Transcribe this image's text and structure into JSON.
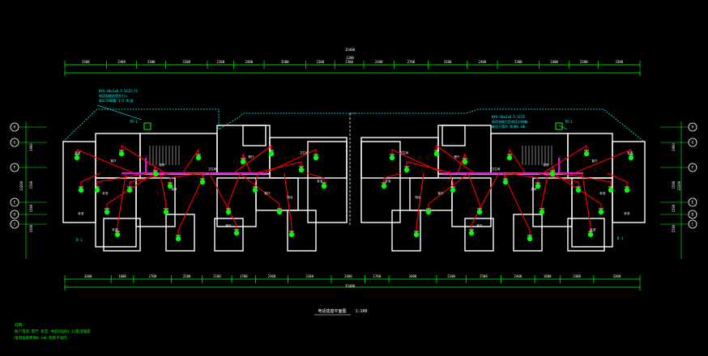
{
  "drawing": {
    "background": "#000000",
    "colors": {
      "wall": "#ffffff",
      "dim_line": "#00ff00",
      "wiring": "#ff0000",
      "trunk": "#ff00ff",
      "fixture": "#00ff00",
      "callout": "#00ffff",
      "yellow": "#ffff00"
    },
    "title": "电话插座平面图",
    "scale": "1:100",
    "top_dims": [
      "3300",
      "2400",
      "2300",
      "3300",
      "2100",
      "2400",
      "3300",
      "2300",
      "2300",
      "2400",
      "2700",
      "3100",
      "2400",
      "3300",
      "2400",
      "2300",
      "3300"
    ],
    "top_center_dim": "1200",
    "top_total": "35400",
    "bottom_dims": [
      "3300",
      "1600",
      "2700",
      "2200",
      "2100",
      "1700",
      "2300",
      "3100",
      "2400",
      "1700",
      "3400",
      "2100",
      "2500",
      "2400",
      "1800",
      "2400",
      "3300"
    ],
    "bottom_total": "35400",
    "left_axes": [
      "H",
      "G",
      "F",
      "E",
      "D",
      "C"
    ],
    "right_axes": [
      "H",
      "G",
      "F",
      "E",
      "D",
      "C"
    ],
    "left_dims": [
      "3900",
      "1500",
      "1500",
      "1500"
    ],
    "left_total": "13200",
    "right_dims": [
      "3900",
      "1500",
      "1500",
      "1500"
    ],
    "right_total": "13200",
    "callouts": {
      "left_top": [
        "HYA-10x2x0.5-SC25-FC",
        "电话电缆由室外引入",
        "穿SC50钢管 1/2 DC进"
      ],
      "right_top": [
        "HYA-10x2x0.5-SC25",
        "电话电缆引至电话分线箱",
        "暗设于墙内 距地0.3米"
      ],
      "left_box": "TP-1",
      "right_box": "TP-1",
      "left_mid": "D-1",
      "right_mid": "D-1"
    },
    "room_labels": [
      "卧室",
      "客厅",
      "厨房",
      "卫生间",
      "餐厅",
      "阳台",
      "卧室",
      "客厅",
      "卧室",
      "厨房",
      "卫生间",
      "卧室",
      "客厅",
      "卧室"
    ],
    "notes": {
      "heading": "说明：",
      "line1": "各户电话 客厅 卧室 书房均设RJ-11电话插座",
      "line2": "电话插座距地0.3米 暗装于墙内"
    }
  }
}
